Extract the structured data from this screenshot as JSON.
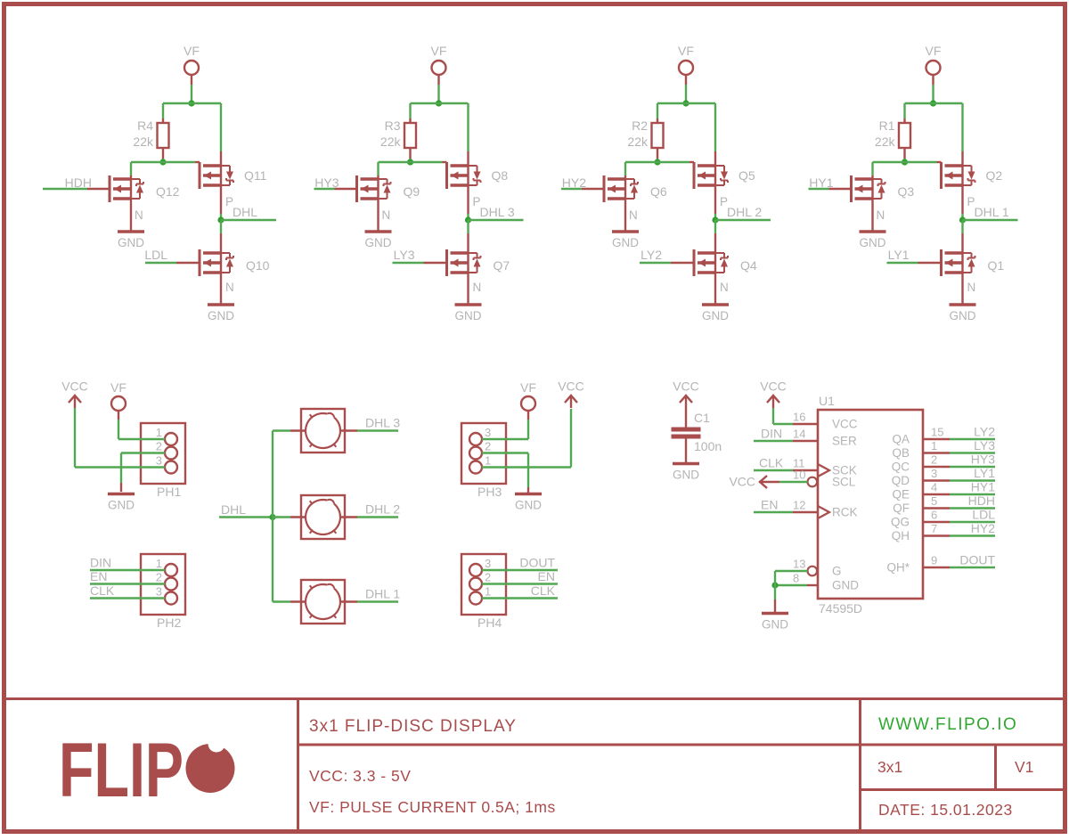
{
  "colors": {
    "red": "#a94c4c",
    "green": "#52a852",
    "dot_green": "#2f9e2f",
    "gray": "#b4b4b4",
    "link_green": "#2fa82f"
  },
  "labels": {
    "vf": "VF",
    "vcc": "VCC",
    "gnd": "GND"
  },
  "driver_circuits": [
    {
      "supply": "VF",
      "resistor": {
        "name": "R4",
        "value": "22k"
      },
      "high_input": "HDH",
      "low_input": "LDL",
      "q_left": {
        "name": "Q12",
        "type": "N"
      },
      "q_top": {
        "name": "Q11",
        "type": "P"
      },
      "q_bottom": {
        "name": "Q10",
        "type": "N"
      },
      "output": "DHL"
    },
    {
      "supply": "VF",
      "resistor": {
        "name": "R3",
        "value": "22k"
      },
      "high_input": "HY3",
      "low_input": "LY3",
      "q_left": {
        "name": "Q9",
        "type": "N"
      },
      "q_top": {
        "name": "Q8",
        "type": "P"
      },
      "q_bottom": {
        "name": "Q7",
        "type": "N"
      },
      "output": "DHL 3"
    },
    {
      "supply": "VF",
      "resistor": {
        "name": "R2",
        "value": "22k"
      },
      "high_input": "HY2",
      "low_input": "LY2",
      "q_left": {
        "name": "Q6",
        "type": "N"
      },
      "q_top": {
        "name": "Q5",
        "type": "P"
      },
      "q_bottom": {
        "name": "Q4",
        "type": "N"
      },
      "output": "DHL 2"
    },
    {
      "supply": "VF",
      "resistor": {
        "name": "R1",
        "value": "22k"
      },
      "high_input": "HY1",
      "low_input": "LY1",
      "q_left": {
        "name": "Q3",
        "type": "N"
      },
      "q_top": {
        "name": "Q2",
        "type": "P"
      },
      "q_bottom": {
        "name": "Q1",
        "type": "N"
      },
      "output": "DHL 1"
    }
  ],
  "connectors": [
    {
      "name": "PH1",
      "pins": [
        {
          "n": "1",
          "net": "VF"
        },
        {
          "n": "2",
          "net": "GND"
        },
        {
          "n": "3",
          "net": "VCC"
        }
      ]
    },
    {
      "name": "PH2",
      "pins": [
        {
          "n": "1",
          "net": "DIN"
        },
        {
          "n": "2",
          "net": "EN"
        },
        {
          "n": "3",
          "net": "CLK"
        }
      ]
    },
    {
      "name": "PH3",
      "pins": [
        {
          "n": "3",
          "net": "VF"
        },
        {
          "n": "2",
          "net": "GND"
        },
        {
          "n": "1",
          "net": "VCC"
        }
      ]
    },
    {
      "name": "PH4",
      "pins": [
        {
          "n": "3",
          "net": "DOUT"
        },
        {
          "n": "2",
          "net": "EN"
        },
        {
          "n": "1",
          "net": "CLK"
        }
      ]
    }
  ],
  "discs": {
    "input": "DHL",
    "outputs": [
      "DHL 3",
      "DHL 2",
      "DHL 1"
    ]
  },
  "capacitor": {
    "name": "C1",
    "value": "100n",
    "top": "VCC",
    "bottom": "GND"
  },
  "ic": {
    "ref": "U1",
    "part": "74595D",
    "left_pins": [
      {
        "num": "16",
        "name": "VCC",
        "net": "VCC"
      },
      {
        "num": "14",
        "name": "SER",
        "net": "DIN"
      },
      {
        "num": "11",
        "name": "SCK",
        "net": "CLK",
        "clock": true
      },
      {
        "num": "10",
        "name": "SCL",
        "net": "VCC",
        "bubble": true
      },
      {
        "num": "12",
        "name": "RCK",
        "net": "EN",
        "clock": true
      },
      {
        "num": "13",
        "name": "G",
        "net": "GND",
        "bubble": true
      },
      {
        "num": "8",
        "name": "GND",
        "net": "GND"
      }
    ],
    "right_pins": [
      {
        "num": "15",
        "name": "QA",
        "net": "LY2"
      },
      {
        "num": "1",
        "name": "QB",
        "net": "LY3"
      },
      {
        "num": "2",
        "name": "QC",
        "net": "HY3"
      },
      {
        "num": "3",
        "name": "QD",
        "net": "LY1"
      },
      {
        "num": "4",
        "name": "QE",
        "net": "HY1"
      },
      {
        "num": "5",
        "name": "QF",
        "net": "HDH"
      },
      {
        "num": "6",
        "name": "QG",
        "net": "LDL"
      },
      {
        "num": "7",
        "name": "QH",
        "net": "HY2"
      },
      {
        "num": "9",
        "name": "QH*",
        "net": "DOUT"
      }
    ]
  },
  "title_block": {
    "logo": "FLIP",
    "title": "3x1 FLIP-DISC DISPLAY",
    "vcc_note": "VCC: 3.3 - 5V",
    "vf_note": "VF: PULSE CURRENT 0.5A; 1ms",
    "website": "WWW.FLIPO.IO",
    "size": "3x1",
    "version": "V1",
    "date": "DATE: 15.01.2023"
  }
}
